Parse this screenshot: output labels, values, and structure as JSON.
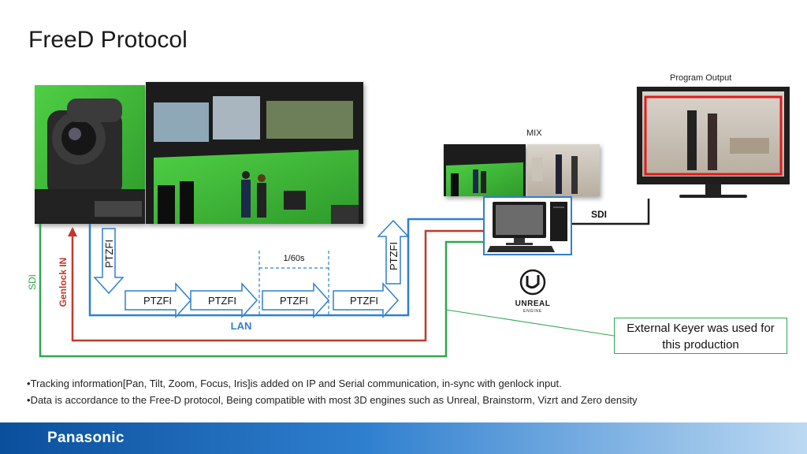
{
  "slide": {
    "title": "FreeD Protocol"
  },
  "labels": {
    "program_output": "Program Output",
    "mix": "MIX",
    "sdi_right": "SDI",
    "sdi_left": "SDI",
    "genlock": "Genlock IN",
    "lan": "LAN",
    "interval": "1/60s",
    "ptzfi": "PTZFI",
    "unreal_line1": "UNREAL",
    "unreal_line2": "ENGINE"
  },
  "keyer": {
    "line1": "External Keyer was used for",
    "line2": "this production"
  },
  "bullets": [
    "Tracking information[Pan, Tilt, Zoom, Focus, Iris]is added on IP and Serial communication, in-sync with genlock input.",
    "Data is accordance to the Free-D protocol, Being compatible with most 3D engines such as Unreal, Brainstorm, Vizrt and Zero density"
  ],
  "footer": {
    "brand": "Panasonic"
  },
  "colors": {
    "lan": "#2f7fd0",
    "genlock": "#c0392b",
    "sdi": "#2fa84f",
    "greenscreen": "#3fbf3a"
  }
}
